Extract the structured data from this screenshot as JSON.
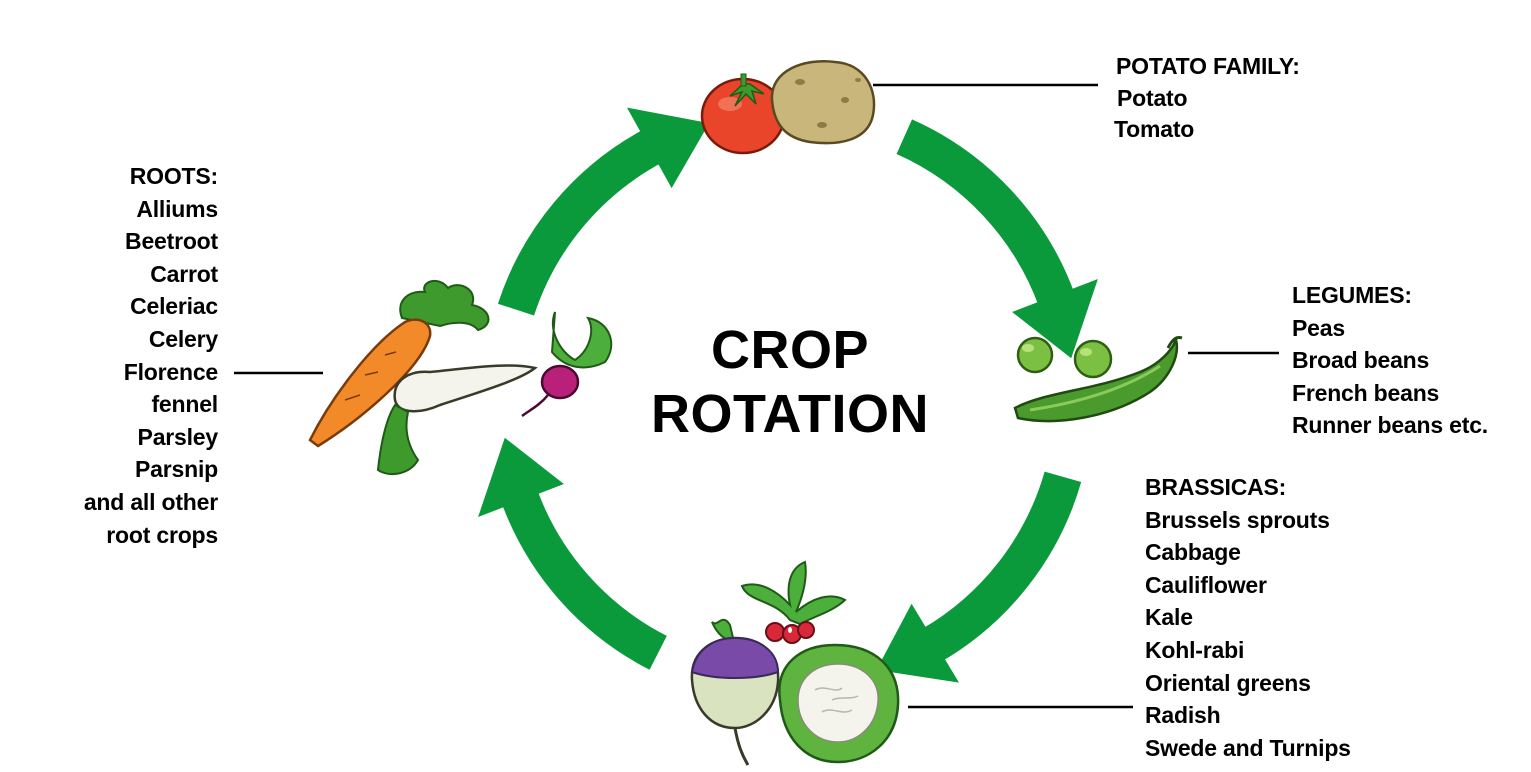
{
  "title": {
    "line1": "CROP",
    "line2": "ROTATION"
  },
  "groups": {
    "potato": {
      "heading": "POTATO FAMILY:",
      "items": [
        "Potato",
        "Tomato"
      ]
    },
    "legumes": {
      "heading": "LEGUMES:",
      "items": [
        "Peas",
        "Broad beans",
        "French beans",
        "Runner beans etc."
      ]
    },
    "brassicas": {
      "heading": "BRASSICAS:",
      "items": [
        "Brussels sprouts",
        "Cabbage",
        "Cauliflower",
        "Kale",
        "Kohl-rabi",
        "Oriental greens",
        "Radish",
        "Swede and Turnips"
      ]
    },
    "roots": {
      "heading": "ROOTS:",
      "items": [
        "Alliums",
        "Beetroot",
        "Carrot",
        "Celeriac",
        "Celery",
        "Florence",
        "fennel",
        "Parsley",
        "Parsnip",
        "and all other",
        "root crops"
      ]
    }
  },
  "colors": {
    "arrow": "#0a9a3c",
    "text": "#000000",
    "leader_line": "#000000"
  },
  "icons": {
    "top": [
      "tomato-icon",
      "potato-icon"
    ],
    "right": [
      "peas-icon",
      "pea-pod-icon"
    ],
    "bottom": [
      "turnip-icon",
      "radish-icon",
      "cauliflower-icon"
    ],
    "left": [
      "carrot-icon",
      "parsnip-icon",
      "beetroot-icon"
    ]
  }
}
